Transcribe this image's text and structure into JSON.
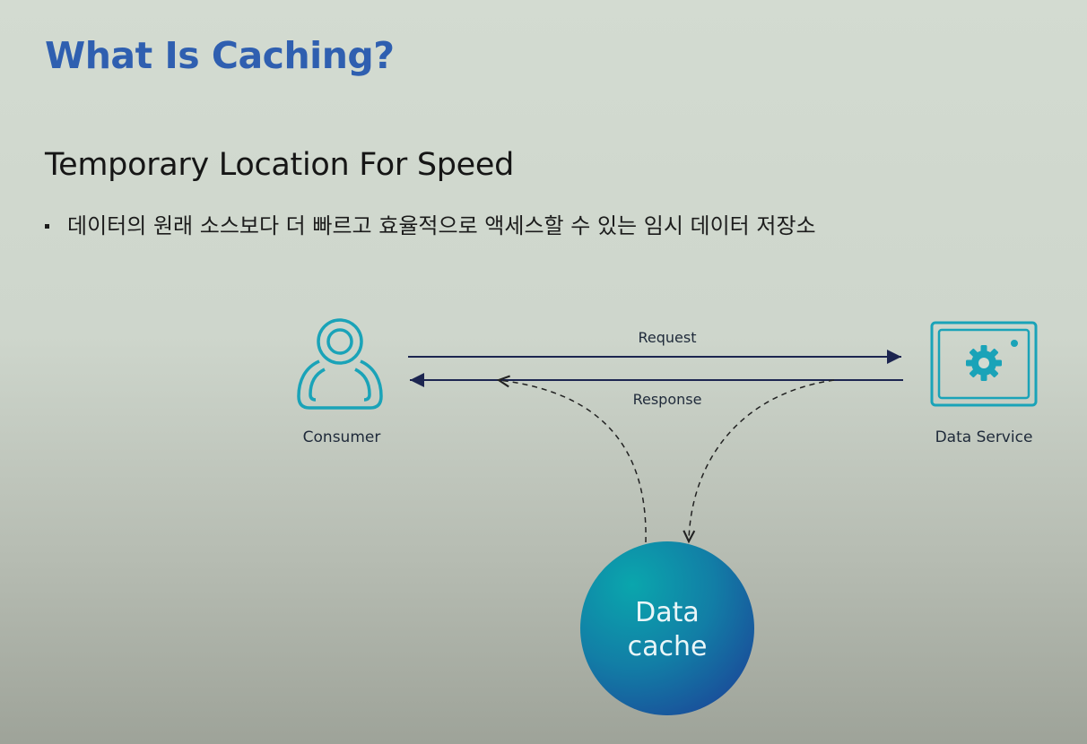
{
  "slide": {
    "title": "What Is Caching?",
    "subtitle": "Temporary Location For Speed",
    "bullet": "데이터의 원래 소스보다 더 빠르고 효율적으로 액세스할 수 있는 임시 데이터 저장소"
  },
  "diagram": {
    "consumer_label": "Consumer",
    "service_label": "Data Service",
    "request_label": "Request",
    "response_label": "Response",
    "cache_label_line1": "Data",
    "cache_label_line2": "cache",
    "icons": {
      "consumer": "user-icon",
      "service": "gear-window-icon"
    },
    "colors": {
      "title": "#2f5fb0",
      "icon": "#1aa3b8",
      "arrow": "#1c2550",
      "cache_start": "#0aa6ad",
      "cache_end": "#1a4e9a"
    }
  }
}
